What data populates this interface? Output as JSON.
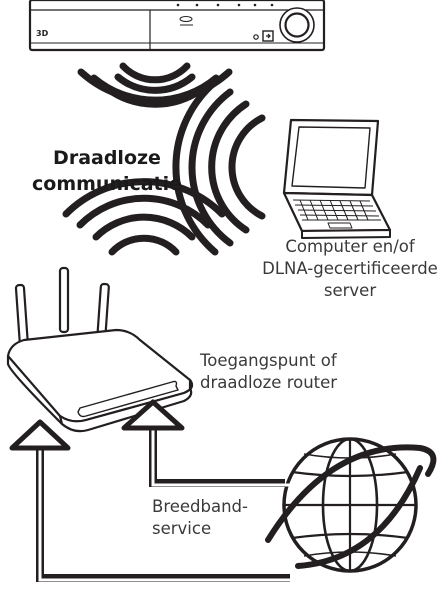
{
  "device": {
    "badge_3d": "3D"
  },
  "labels": {
    "wireless": [
      "Draadloze",
      "communicatie"
    ],
    "computer": [
      "Computer en/of",
      "DLNA-gecertificeerde",
      "server"
    ],
    "access_point": [
      "Toegangspunt of",
      "draadloze router"
    ],
    "broadband": [
      "Breedband-",
      "service"
    ]
  }
}
